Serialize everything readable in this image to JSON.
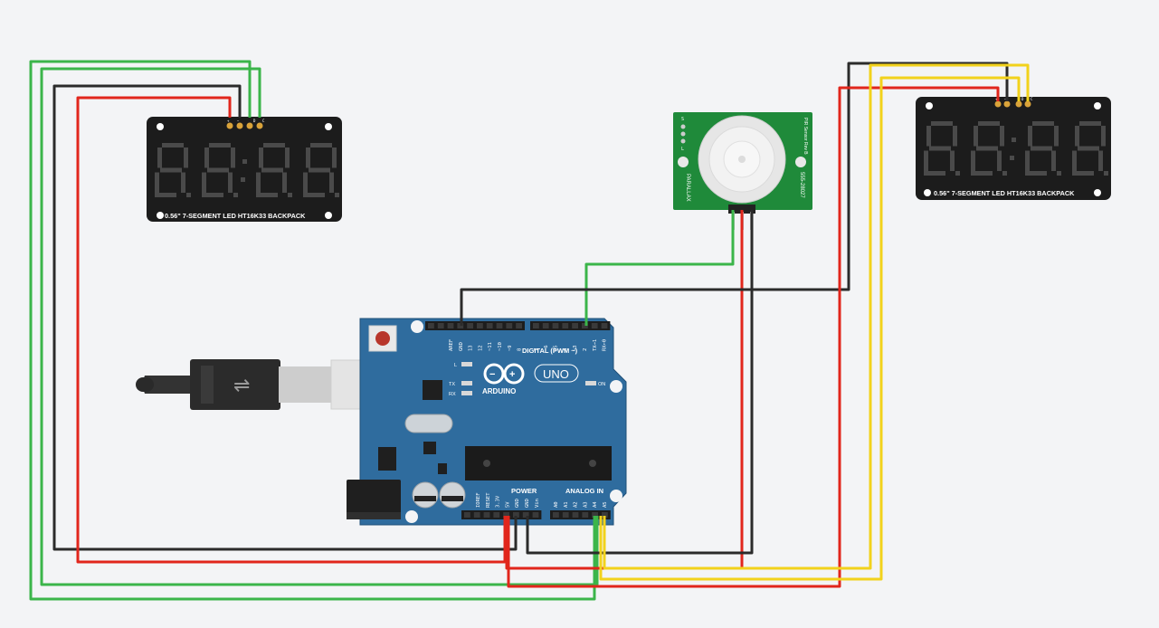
{
  "colors": {
    "background": "#f3f4f6",
    "wire_green": "#3bb54a",
    "wire_red": "#e1261c",
    "wire_black": "#2b2b2b",
    "wire_yellow": "#f2d21b",
    "arduino_blue": "#2f6c9e",
    "display_body": "#1c1c1c",
    "pir_board": "#1f8a3a"
  },
  "display_left": {
    "label": "0.56\" 7-SEGMENT LED HT16K33 BACKPACK",
    "pin_labels": [
      "+",
      "−",
      "D",
      "C"
    ]
  },
  "display_right": {
    "label": "0.56\" 7-SEGMENT LED HT16K33 BACKPACK",
    "pin_labels": [
      "+",
      "−",
      "D",
      "C"
    ]
  },
  "pir": {
    "left_text": "PARALLAX",
    "right_text_top": "PIR Sensor Rev B",
    "right_text_bottom": "555-28027",
    "left_marks": [
      "S",
      "L"
    ]
  },
  "arduino": {
    "brand": "ARDUINO",
    "model": "UNO",
    "digital_label": "DIGITAL (PWM ~)",
    "on_label": "ON",
    "power_label": "POWER",
    "analog_label": "ANALOG IN",
    "l_label": "L",
    "tx_label": "TX",
    "rx_label": "RX",
    "digital_pins": [
      "AREF",
      "GND",
      "13",
      "12",
      "~11",
      "~10",
      "~9",
      "8",
      "7",
      "~6",
      "~5",
      "4",
      "~3",
      "2",
      "TX→1",
      "RX←0"
    ],
    "power_pins": [
      "IOREF",
      "RESET",
      "3.3V",
      "5V",
      "GND",
      "GND",
      "Vin"
    ],
    "analog_pins": [
      "A0",
      "A1",
      "A2",
      "A3",
      "A4",
      "A5"
    ]
  }
}
